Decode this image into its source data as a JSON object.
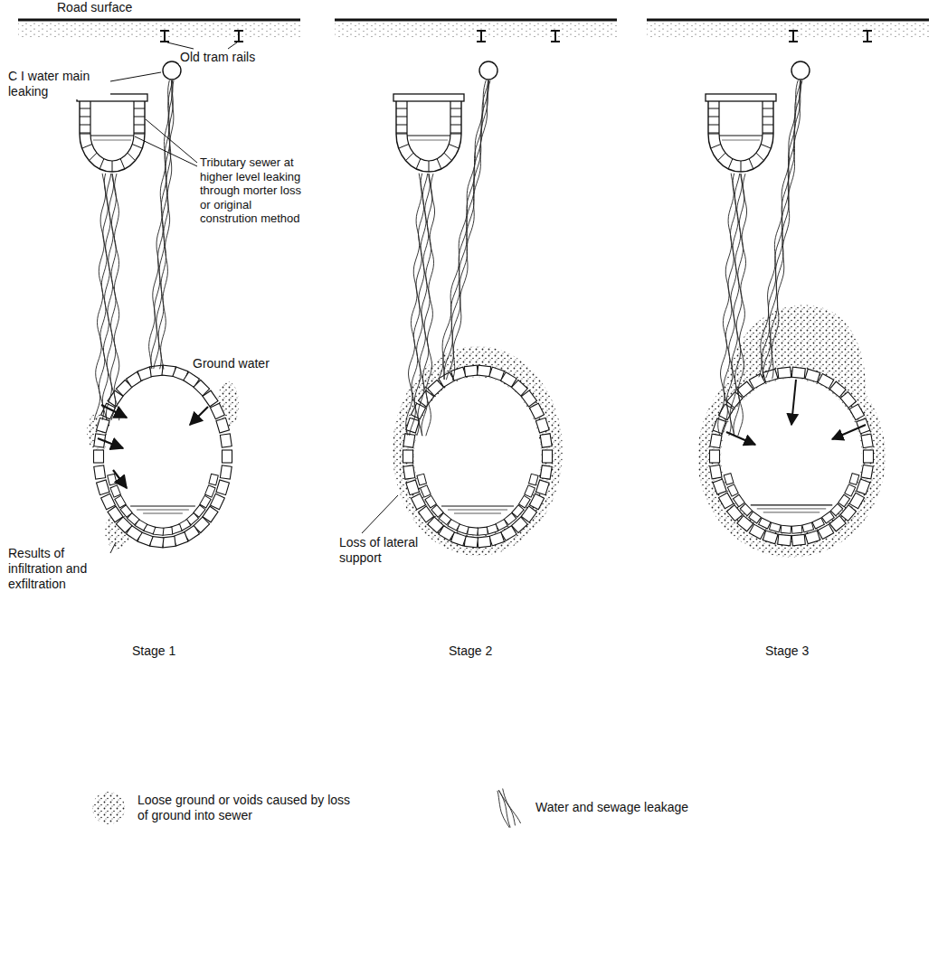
{
  "diagram": {
    "labels": [
      "Road surface",
      "Old tram rails",
      "C I water main leaking",
      "Tributary sewer at higher level leaking through morter loss or original constrution method",
      "Ground water",
      "Results of infiltration and exfiltration",
      "Loss of lateral support",
      "Stage 1",
      "Stage 2",
      "Stage 3"
    ],
    "legend": [
      {
        "text": "Loose ground or voids caused by loss of ground into sewer"
      },
      {
        "text": "Water and sewage leakage"
      }
    ]
  }
}
